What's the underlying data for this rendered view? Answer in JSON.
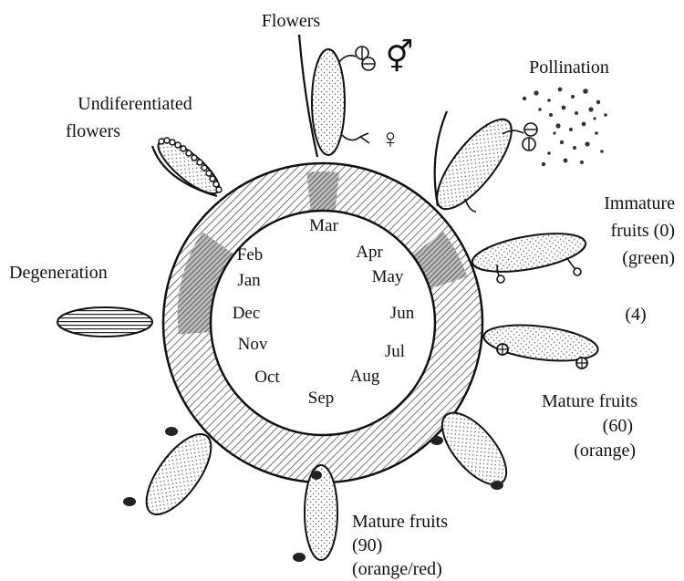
{
  "colors": {
    "ink": "#111111",
    "paper": "#ffffff",
    "ring_hatch": "#555555",
    "ring_dark": "#8a8a8a"
  },
  "months": [
    "Mar",
    "Apr",
    "May",
    "Jun",
    "Jul",
    "Aug",
    "Sep",
    "Oct",
    "Nov",
    "Dec",
    "Jan",
    "Feb"
  ],
  "stages": {
    "flowers": "Flowers",
    "pollination": "Pollination",
    "undiff_line1": "Undiferentiated",
    "undiff_line2": "flowers",
    "immature_line1": "Immature",
    "immature_line2": "fruits (0)",
    "immature_line3": "(green)",
    "count_4": "(4)",
    "mature60_line1": "Mature fruits",
    "mature60_line2": "(60)",
    "mature60_line3": "(orange)",
    "mature90_line1": "Mature fruits",
    "mature90_line2": "(90)",
    "mature90_line3": "(orange/red)",
    "degeneration": "Degeneration"
  },
  "symbols": {
    "male_female": "⚥",
    "female": "♀"
  }
}
